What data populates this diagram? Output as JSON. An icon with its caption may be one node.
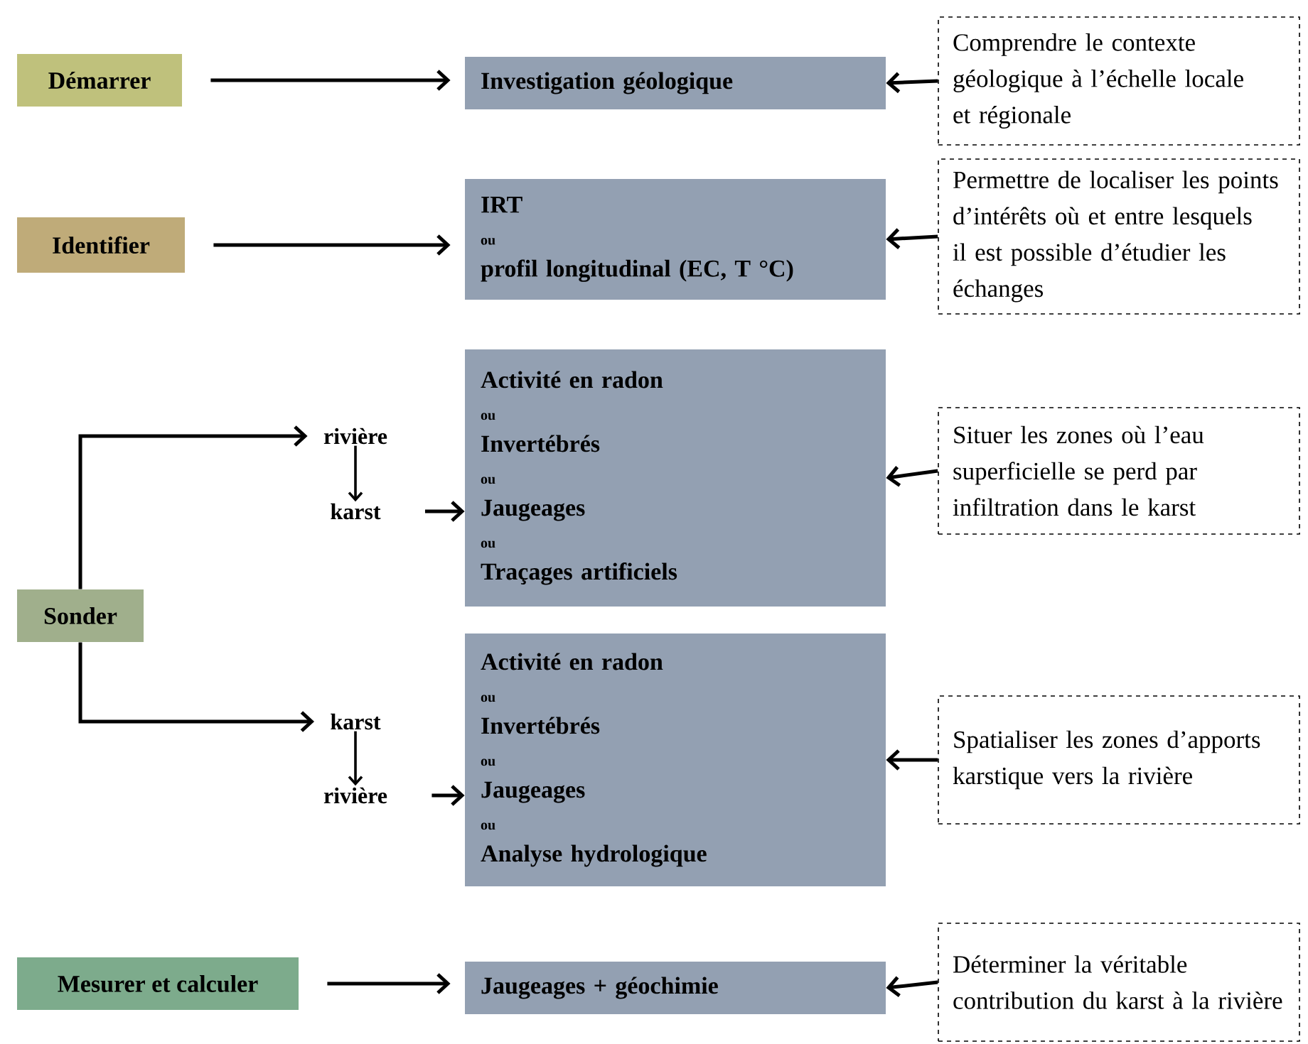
{
  "diagram": {
    "nodes": [
      {
        "text": [
          "Démarrer"
        ]
      },
      {
        "text": [
          "Investigation géologique"
        ]
      },
      {
        "text": [
          "Comprendre le contexte géologique à l’échelle locale et régionale"
        ]
      },
      {
        "text": [
          "Identifier"
        ]
      },
      {
        "text": [
          "IRT",
          "ou",
          "profil longitudinal (EC, T °C)"
        ]
      },
      {
        "text": [
          "Permettre de localiser les points d’intérêts où et entre lesquels il est possible d’étudier les échanges"
        ]
      },
      {
        "text": [
          "Sonder"
        ]
      },
      {
        "text": [
          "rivière"
        ]
      },
      {
        "text": [
          "karst"
        ]
      },
      {
        "text": [
          "Activité en radon",
          "ou",
          "Invertébrés",
          "ou",
          "Jaugeages",
          "ou",
          "Traçages artificiels"
        ]
      },
      {
        "text": [
          "Situer les zones où l’eau superficielle se perd par infiltration dans le karst"
        ]
      },
      {
        "text": [
          "karst"
        ]
      },
      {
        "text": [
          "rivière"
        ]
      },
      {
        "text": [
          "Activité en radon",
          "ou",
          "Invertébrés",
          "ou",
          "Jaugeages",
          "ou",
          "Analyse hydrologique"
        ]
      },
      {
        "text": [
          "Spatialiser les zones d’apports karstique vers la rivière"
        ]
      },
      {
        "text": [
          "Mesurer et calculer"
        ]
      },
      {
        "text": [
          "Jaugeages + géochimie"
        ]
      },
      {
        "text": [
          "Déterminer la véritable contribution du karst à la rivière"
        ]
      }
    ],
    "edges": [
      {
        "from": 0,
        "to": 1,
        "arrow": "to"
      },
      {
        "from": 2,
        "to": 1,
        "arrow": "to"
      },
      {
        "from": 3,
        "to": 4,
        "arrow": "to"
      },
      {
        "from": 5,
        "to": 4,
        "arrow": "to"
      },
      {
        "from": 6,
        "to": 7,
        "arrow": "to"
      },
      {
        "from": 7,
        "to": 8,
        "arrow": "to"
      },
      {
        "from": 8,
        "to": 9,
        "arrow": "to"
      },
      {
        "from": 10,
        "to": 9,
        "arrow": "to"
      },
      {
        "from": 6,
        "to": 11,
        "arrow": "to"
      },
      {
        "from": 11,
        "to": 12,
        "arrow": "to"
      },
      {
        "from": 12,
        "to": 13,
        "arrow": "to"
      },
      {
        "from": 14,
        "to": 13,
        "arrow": "to"
      },
      {
        "from": 15,
        "to": 16,
        "arrow": "to"
      },
      {
        "from": 17,
        "to": 16,
        "arrow": "to"
      }
    ]
  }
}
